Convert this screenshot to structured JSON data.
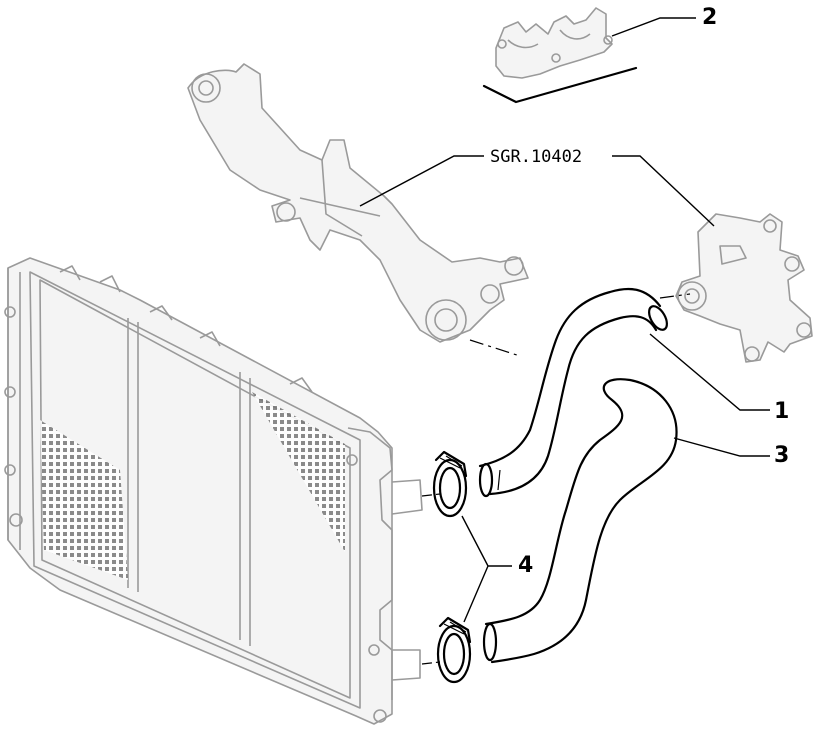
{
  "callouts": {
    "hose_upper": "1",
    "clip_bracket": "2",
    "hose_lower": "3",
    "hose_clamps": "4"
  },
  "reference": {
    "group_code": "SGR.10402"
  }
}
